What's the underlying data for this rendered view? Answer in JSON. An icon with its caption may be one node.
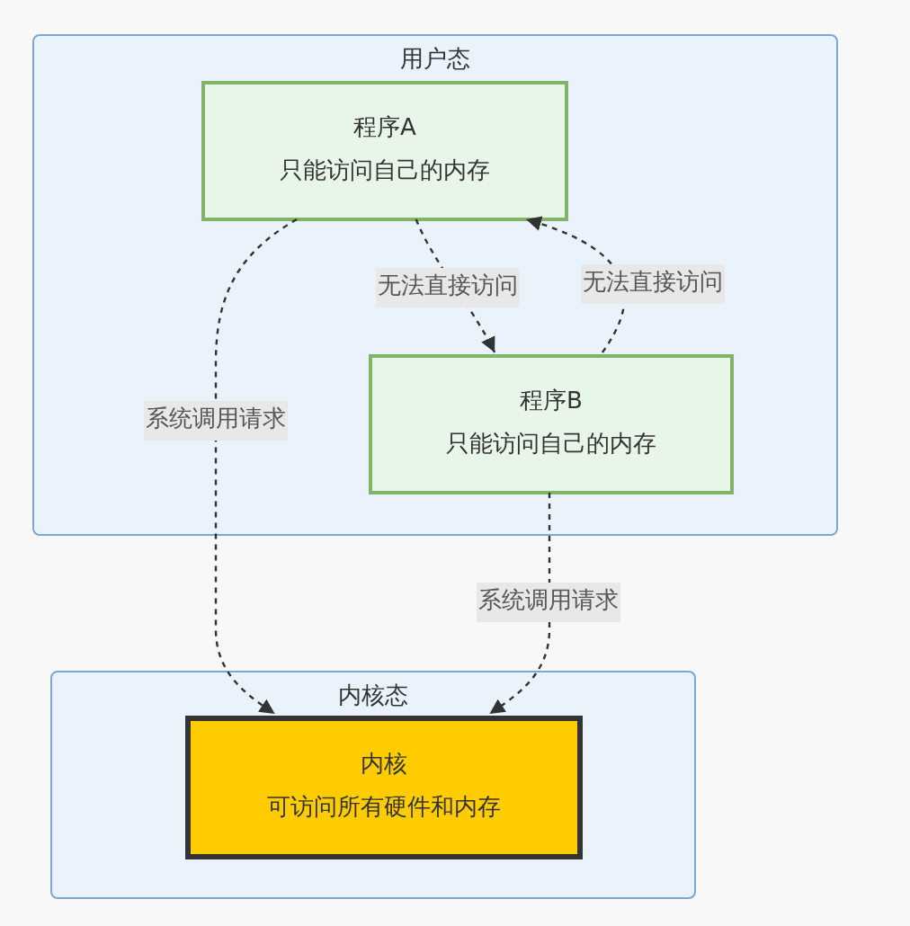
{
  "diagram": {
    "nodes": [
      {
        "text": [
          "用户态"
        ]
      },
      {
        "text": [
          "程序A",
          "只能访问自己的内存"
        ],
        "in": 0
      },
      {
        "text": [
          "程序B",
          "只能访问自己的内存"
        ],
        "in": 0
      },
      {
        "text": [
          "内核态"
        ]
      },
      {
        "text": [
          "内核",
          "可访问所有硬件和内存"
        ],
        "in": 3
      }
    ],
    "edges": [
      {
        "from": 1,
        "to": 2,
        "arrow": "to",
        "label": "无法直接访问",
        "style": "dashed"
      },
      {
        "from": 2,
        "to": 1,
        "arrow": "to",
        "label": "无法直接访问",
        "style": "dashed"
      },
      {
        "from": 1,
        "to": 4,
        "arrow": "to",
        "label": "系统调用请求",
        "style": "dashed"
      },
      {
        "from": 2,
        "to": 4,
        "arrow": "to",
        "label": "系统调用请求",
        "style": "dashed"
      }
    ]
  }
}
